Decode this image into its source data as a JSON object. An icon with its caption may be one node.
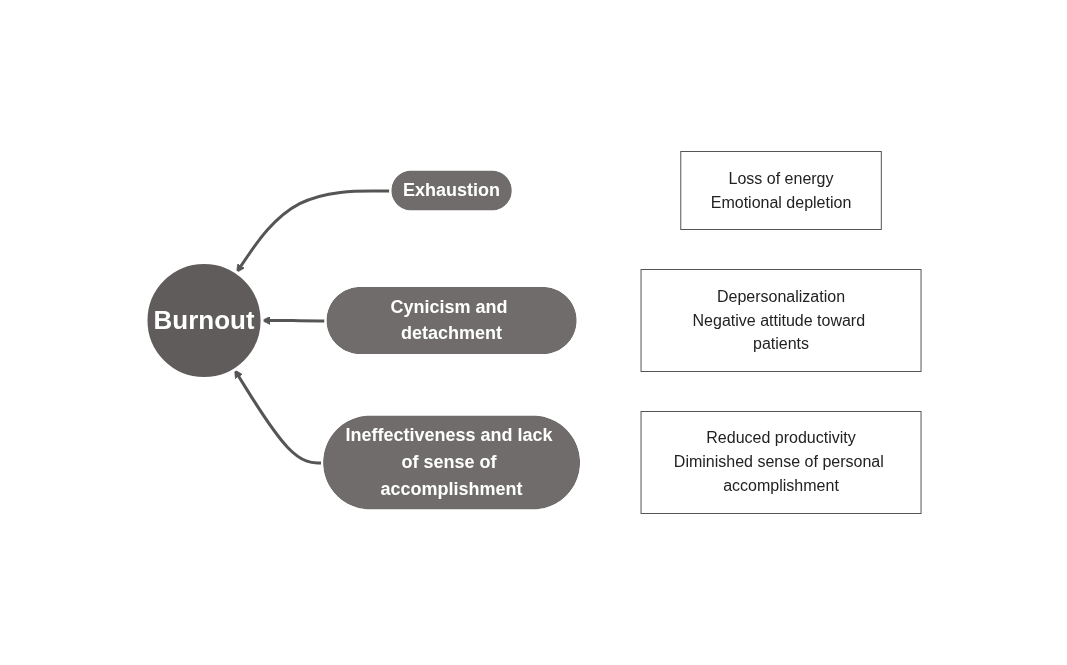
{
  "diagram": {
    "nodes": [
      {
        "text": [
          "Burnout"
        ]
      },
      {
        "text": [
          "Exhaustion"
        ]
      },
      {
        "text": [
          "Loss of energy",
          "Emotional depletion"
        ]
      },
      {
        "text": [
          "Cynicism and detachment"
        ]
      },
      {
        "text": [
          "Depersonalization",
          "Negative attitude toward patients"
        ]
      },
      {
        "text": [
          "Ineffectiveness and lack of sense of accomplishment"
        ]
      },
      {
        "text": [
          "Reduced productivity",
          "Diminished sense of personal accomplishment"
        ]
      }
    ],
    "edges": [
      {
        "from": 1,
        "to": 0,
        "arrow": "to"
      },
      {
        "from": 3,
        "to": 0,
        "arrow": "to"
      },
      {
        "from": 5,
        "to": 0,
        "arrow": "to"
      }
    ]
  }
}
